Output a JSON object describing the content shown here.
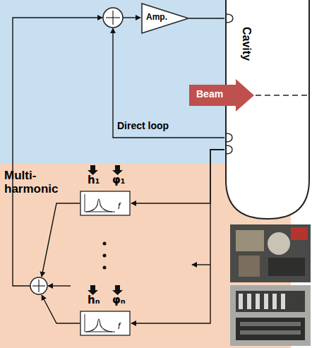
{
  "diagram": {
    "nodes": [
      {
        "text": [
          "Amp."
        ]
      },
      {
        "text": [
          "Cavity"
        ]
      },
      {
        "text": [
          "Beam"
        ]
      },
      {
        "text": [
          "Multi-harmonic"
        ]
      },
      {
        "text": [
          "f"
        ],
        "in": 3
      },
      {
        "text": [
          "f"
        ],
        "in": 3
      }
    ],
    "edges": [
      {
        "from": 0,
        "to": 1,
        "arrow": "none"
      },
      {
        "from": 1,
        "to": 4,
        "arrow": "to"
      },
      {
        "from": 1,
        "to": 5,
        "arrow": "to"
      }
    ],
    "labels": [
      "Direct loop",
      "h₁",
      "φ₁",
      "hₙ",
      "φₙ"
    ]
  }
}
